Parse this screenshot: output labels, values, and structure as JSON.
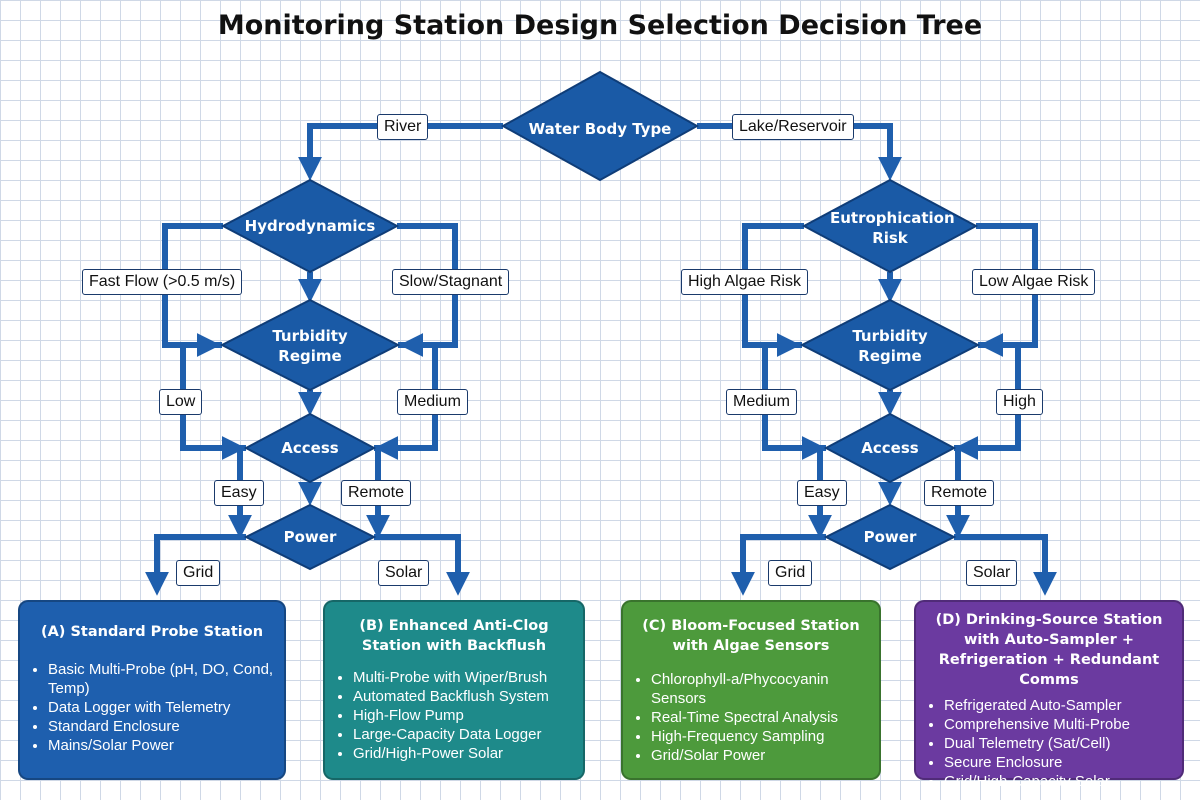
{
  "title": "Monitoring Station Design Selection Decision Tree",
  "colors": {
    "flow_blue": "#1f5fad",
    "diamond_blue": "#1a5aa6",
    "card_a": "#1e5fae",
    "card_b": "#1e8a8a",
    "card_c": "#4d9a3c",
    "card_d": "#6b3aa0"
  },
  "nodes": {
    "root": "Water Body Type",
    "left": {
      "hydro": "Hydrodynamics",
      "turbidity": "Turbidity Regime",
      "access": "Access",
      "power": "Power"
    },
    "right": {
      "eutro": "Eutrophication Risk",
      "turbidity": "Turbidity Regime",
      "access": "Access",
      "power": "Power"
    }
  },
  "edges": {
    "river": "River",
    "lake": "Lake/Reservoir",
    "fast_flow": "Fast Flow (>0.5 m/s)",
    "slow": "Slow/Stagnant",
    "low": "Low",
    "medium_left": "Medium",
    "easy_left": "Easy",
    "remote_left": "Remote",
    "grid_left": "Grid",
    "solar_left": "Solar",
    "high_algae": "High Algae Risk",
    "low_algae": "Low Algae Risk",
    "medium_right": "Medium",
    "high": "High",
    "easy_right": "Easy",
    "remote_right": "Remote",
    "grid_right": "Grid",
    "solar_right": "Solar"
  },
  "cards": [
    {
      "title": "(A) Standard Probe Station",
      "items": [
        "Basic Multi-Probe (pH, DO, Cond, Temp)",
        "Data Logger with Telemetry",
        "Standard Enclosure",
        "Mains/Solar Power"
      ]
    },
    {
      "title": "(B) Enhanced Anti-Clog Station with Backflush",
      "items": [
        "Multi-Probe with Wiper/Brush",
        "Automated Backflush System",
        "High-Flow Pump",
        "Large-Capacity Data Logger",
        "Grid/High-Power Solar"
      ]
    },
    {
      "title": "(C) Bloom-Focused Station with Algae Sensors",
      "items": [
        "Chlorophyll-a/Phycocyanin Sensors",
        "Real-Time Spectral Analysis",
        "High-Frequency Sampling",
        "Grid/Solar Power"
      ]
    },
    {
      "title": "(D) Drinking-Source Station with Auto-Sampler + Refrigeration + Redundant Comms",
      "items": [
        "Refrigerated Auto-Sampler",
        "Comprehensive Multi-Probe",
        "Dual Telemetry (Sat/Cell)",
        "Secure Enclosure",
        "Grid/High-Capacity Solar"
      ]
    }
  ]
}
